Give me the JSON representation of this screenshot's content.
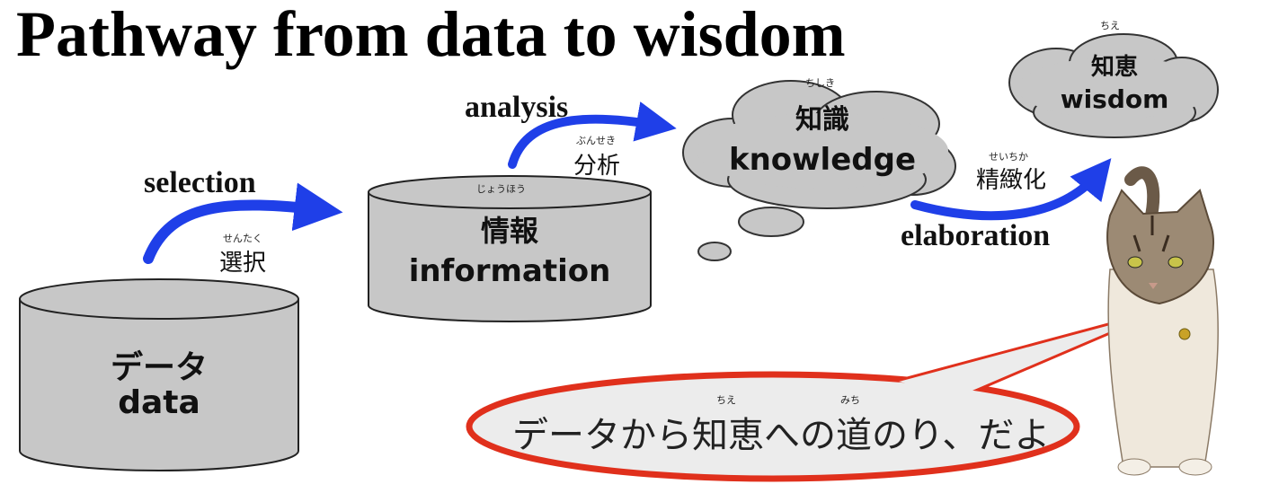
{
  "title": "Pathway from data to wisdom",
  "nodes": {
    "data": {
      "ja": "データ",
      "en": "data"
    },
    "information": {
      "ruby": "じょうほう",
      "ja": "情報",
      "en": "information"
    },
    "knowledge": {
      "ruby": "ちしき",
      "ja": "知識",
      "en": "knowledge"
    },
    "wisdom": {
      "ruby": "ちえ",
      "ja": "知恵",
      "en": "wisdom"
    }
  },
  "edges": {
    "selection": {
      "en": "selection",
      "ruby": "せんたく",
      "ja": "選択"
    },
    "analysis": {
      "en": "analysis",
      "ruby": "ぶんせき",
      "ja": "分析"
    },
    "elaboration": {
      "en": "elaboration",
      "ruby": "せいちか",
      "ja": "精緻化"
    }
  },
  "speech_bubble": {
    "ruby_chie": "ちえ",
    "ruby_michi": "みち",
    "text": "データから知恵への道のり、だよ"
  },
  "colors": {
    "arrow": "#1f3fe8",
    "cylinder_fill": "#c7c7c7",
    "bubble_outline": "#e0301c",
    "bubble_fill": "#ececec"
  },
  "icons": {
    "mascot": "cat-photo"
  }
}
